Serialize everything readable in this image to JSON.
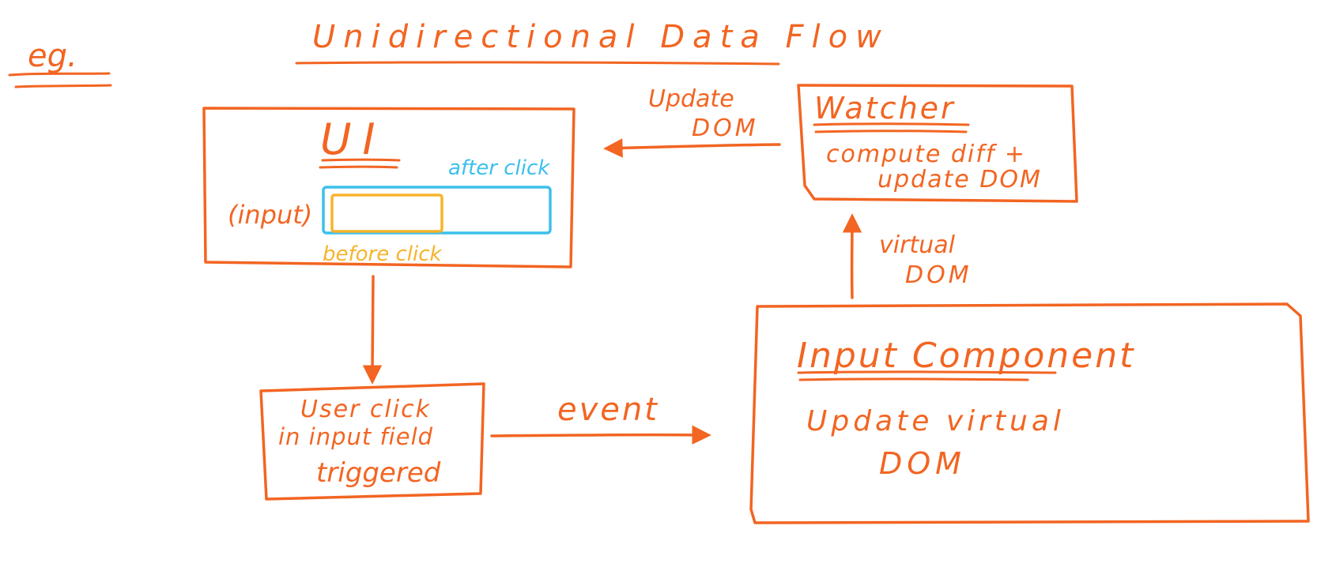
{
  "colors": {
    "ink": "#f26522",
    "after_click": "#3cc0ee",
    "before_click": "#f7b32b",
    "background": "#ffffff"
  },
  "labels": {
    "eg": "eg.",
    "title": "Unidirectional Data Flow",
    "ui_title": "UI",
    "input_label": "(input)",
    "after_click": "after click",
    "before_click": "before click",
    "update_dom_line1": "Update",
    "update_dom_line2": "DOM",
    "watcher_title": "Watcher",
    "watcher_line1": "compute diff +",
    "watcher_line2": "update DOM",
    "virtual_dom_line1": "virtual",
    "virtual_dom_line2": "DOM",
    "user_click_line1": "User click",
    "user_click_line2": "in input field",
    "user_click_line3": "triggered",
    "event": "event",
    "input_component_title": "Input Component",
    "input_component_line1": "Update virtual",
    "input_component_line2": "DOM"
  }
}
